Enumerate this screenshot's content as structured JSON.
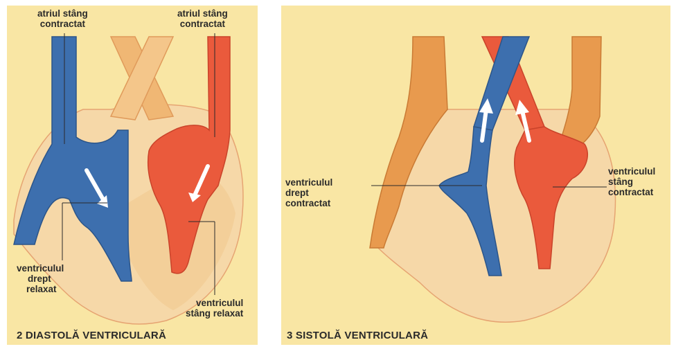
{
  "left_panel": {
    "label_atrium_left": [
      "atriul stâng",
      "contractat"
    ],
    "label_atrium_right": [
      "atriul stâng",
      "contractat"
    ],
    "label_right_ventricle": [
      "ventriculul",
      "drept",
      "relaxat"
    ],
    "label_left_ventricle": [
      "ventriculul",
      "stâng relaxat"
    ],
    "caption": "2 DIASTOLĂ VENTRICULARĂ"
  },
  "right_panel": {
    "label_right_ventricle": [
      "ventriculul",
      "drept",
      "contractat"
    ],
    "label_left_ventricle": [
      "ventriculul",
      "stâng",
      "contractat"
    ],
    "caption": "3 SISTOLĂ VENTRICULARĂ"
  },
  "colors": {
    "background": "#f9e6a4",
    "deoxygenated_blood": "#3d6fae",
    "oxygenated_blood": "#ea5a3c",
    "heart_wall": "#f3cf9a",
    "vessel_wall": "#e8a35c"
  }
}
